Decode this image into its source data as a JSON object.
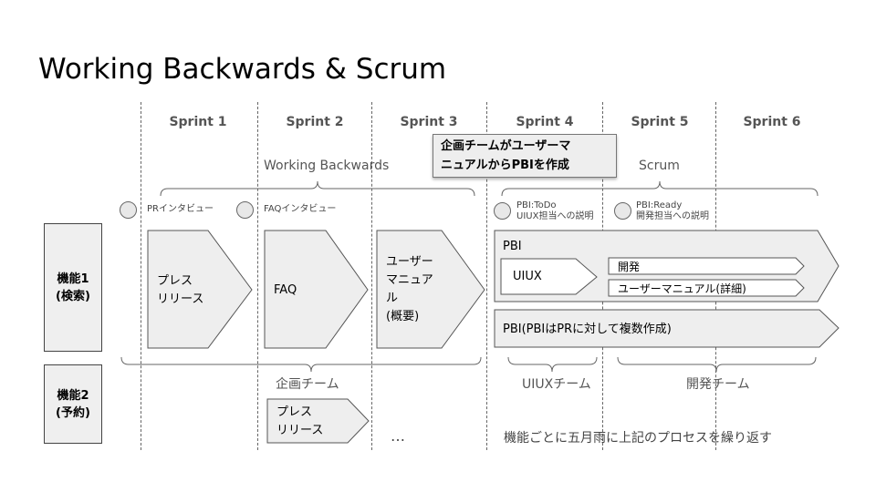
{
  "title": "Working Backwards & Scrum",
  "sprints": [
    "Sprint 1",
    "Sprint 2",
    "Sprint 3",
    "Sprint 4",
    "Sprint 5",
    "Sprint 6"
  ],
  "phases": {
    "working_backwards": "Working Backwards",
    "scrum": "Scrum"
  },
  "callout": "企画チームがユーザーマ\nニュアルからPBIを作成",
  "milestones": {
    "pr_interview": "PRインタビュー",
    "faq_interview": "FAQインタビュー",
    "pbi_todo_line1": "PBI:ToDo",
    "pbi_todo_line2": "UIUX担当への説明",
    "pbi_ready_line1": "PBI:Ready",
    "pbi_ready_line2": "開発担当への説明"
  },
  "features": {
    "f1": "機能1\n(検索)",
    "f2": "機能2\n(予約)"
  },
  "artifacts": {
    "press_release": "プレス\nリリース",
    "faq": "FAQ",
    "user_manual": "ユーザー\nマニュア\nル\n(概要)",
    "pbi": "PBI",
    "uiux": "UIUX",
    "dev": "開発",
    "manual_detail": "ユーザーマニュアル(詳細)",
    "pbi_many": "PBI(PBIはPRに対して複数作成)",
    "press_release_2": "プレス\nリリース",
    "ellipsis": "…"
  },
  "teams": {
    "planning": "企画チーム",
    "uiux": "UIUXチーム",
    "dev": "開発チーム"
  },
  "note": "機能ごとに五月雨に上記のプロセスを繰り返す",
  "colors": {
    "shape_fill": "#eeeeee",
    "shape_stroke": "#555555",
    "text": "#222222"
  }
}
